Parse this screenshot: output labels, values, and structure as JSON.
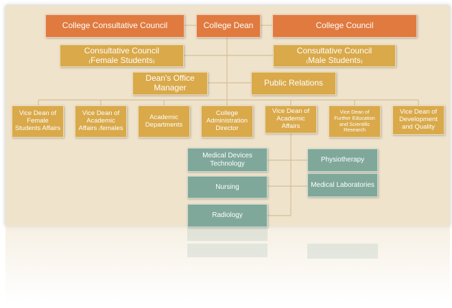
{
  "top": {
    "consultative": "College Consultative Council",
    "dean": "College Dean",
    "council": "College Council"
  },
  "row2": {
    "female_cc": "Consultative Council ₍Female Students₎",
    "male_cc": "Consultative Council ₍Male Students₎"
  },
  "row3": {
    "office_manager": "Dean's Office Manager",
    "public_relations": "Public Relations"
  },
  "row4": [
    "Vice Dean of Female Students Affairs",
    "Vice Dean of Academic Affairs ₍females",
    "Academic Departments",
    "College Administration Director",
    "Vice Dean of Academic Affairs",
    "Vice Dean of Further Education and Scientific Research",
    "Vice Dean of Development and Quality"
  ],
  "departments": {
    "medical_devices": "Medical Devices Technology",
    "nursing": "Nursing",
    "radiology": "Radiology",
    "physiotherapy": "Physiotherapy",
    "medical_labs": "Medical Laboratories"
  },
  "colors": {
    "orange": "#e07a3f",
    "gold": "#d9a94a",
    "teal": "#7fa89a",
    "background": "#efe3cc"
  }
}
